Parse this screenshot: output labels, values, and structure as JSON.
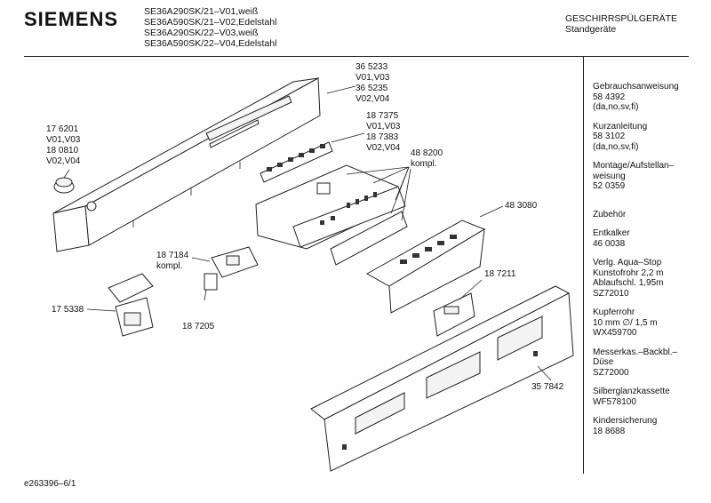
{
  "brand": "SIEMENS",
  "models": [
    "SE36A290SK/21–V01,weiß",
    "SE36A590SK/21–V02,Edelstahl",
    "SE36A290SK/22–V03,weiß",
    "SE36A590SK/22–V04,Edelstahl"
  ],
  "category": "GESCHIRRSPÜLGERÄTE",
  "subcategory": "Standgeräte",
  "sidebar": [
    {
      "lines": [
        "Gebrauchsanweisung",
        "58 4392",
        "(da,no,sv,fi)"
      ]
    },
    {
      "lines": [
        "Kurzanleitung",
        "58 3102",
        "(da,no,sv,fi)"
      ]
    },
    {
      "lines": [
        "Montage/Aufstellan–",
        "weisung",
        "52 0359"
      ]
    },
    {
      "lines": [
        "Zubehör"
      ]
    },
    {
      "lines": [
        "Entkalker",
        "46 0038"
      ]
    },
    {
      "lines": [
        "Verlg. Aqua–Stop",
        "Kunstofrohr 2,2 m",
        "Ablaufschl. 1,95m",
        "SZ72010"
      ]
    },
    {
      "lines": [
        "Kupferrohr",
        "10 mm ∅/ 1,5 m",
        "WX459700"
      ]
    },
    {
      "lines": [
        "Messerkas.–Backbl.–",
        "Düse",
        "SZ72000"
      ]
    },
    {
      "lines": [
        "Silberglanzkassette",
        "WF578100"
      ]
    },
    {
      "lines": [
        "Kindersicherung",
        "18 8688"
      ]
    }
  ],
  "callouts": {
    "c365233": [
      "36 5233",
      "V01,V03",
      "36 5235",
      "V02,V04"
    ],
    "c187375": [
      "18 7375",
      "V01,V03",
      "18 7383",
      "V02,V04"
    ],
    "c176201": [
      "17 6201",
      "V01,V03",
      "18 0810",
      "V02,V04"
    ],
    "c488200": [
      "48 8200",
      "kompl."
    ],
    "c483080": [
      "48 3080"
    ],
    "c187184": [
      "18 7184",
      "kompl."
    ],
    "c187211": [
      "18 7211"
    ],
    "c175338": [
      "17 5338"
    ],
    "c187205": [
      "18 7205"
    ],
    "c357842": [
      "35 7842"
    ]
  },
  "footer_id": "e263396–6/1"
}
